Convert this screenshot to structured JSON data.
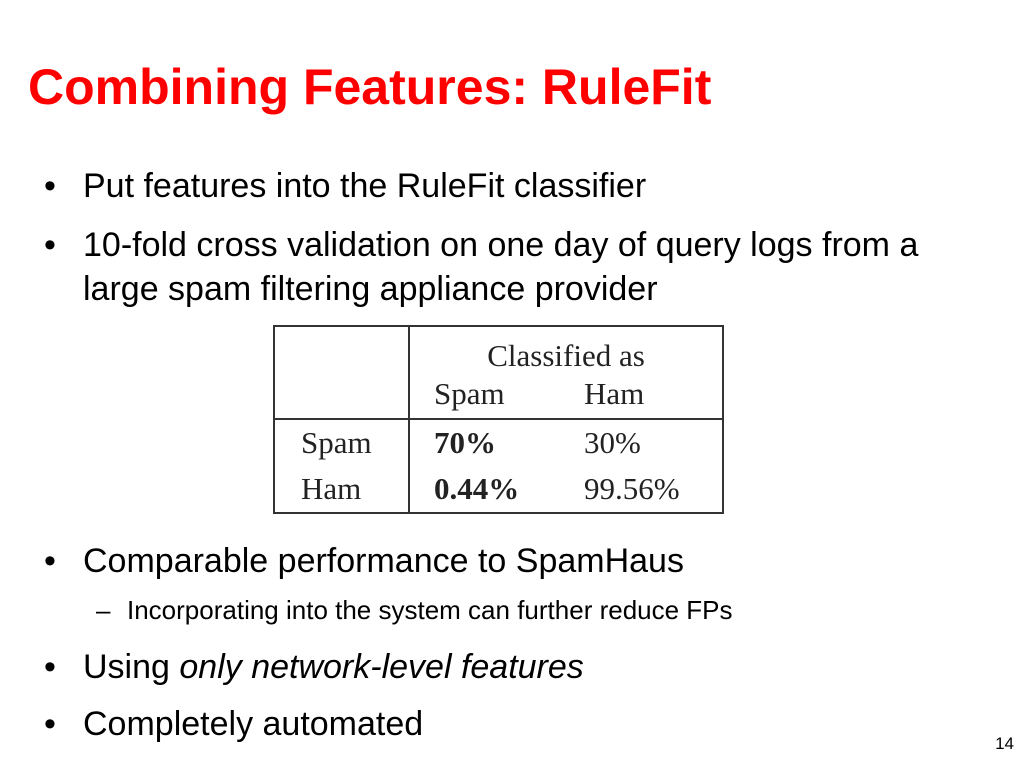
{
  "slide": {
    "title": "Combining Features: RuleFit",
    "bullet_char": "•",
    "sub_char": "–",
    "bullets": [
      {
        "text": "Put features into the RuleFit classifier"
      },
      {
        "text": "10-fold cross validation on one day of query logs from a large spam filtering appliance provider"
      },
      {
        "text": "Comparable performance to SpamHaus"
      },
      {
        "text_plain": "Using ",
        "text_italic": "only network-level features"
      },
      {
        "text": "Completely automated"
      }
    ],
    "sub_bullets": [
      {
        "text": "Incorporating into the system can further reduce FPs"
      }
    ],
    "page_number": "14",
    "colors": {
      "title": "#ff0000",
      "text": "#000000"
    }
  },
  "table": {
    "header": "Classified as",
    "columns": [
      "Spam",
      "Ham"
    ],
    "rows": [
      {
        "label": "Spam",
        "spam": "70%",
        "ham": "30%"
      },
      {
        "label": "Ham",
        "spam": "0.44%",
        "ham": "99.56%"
      }
    ]
  }
}
